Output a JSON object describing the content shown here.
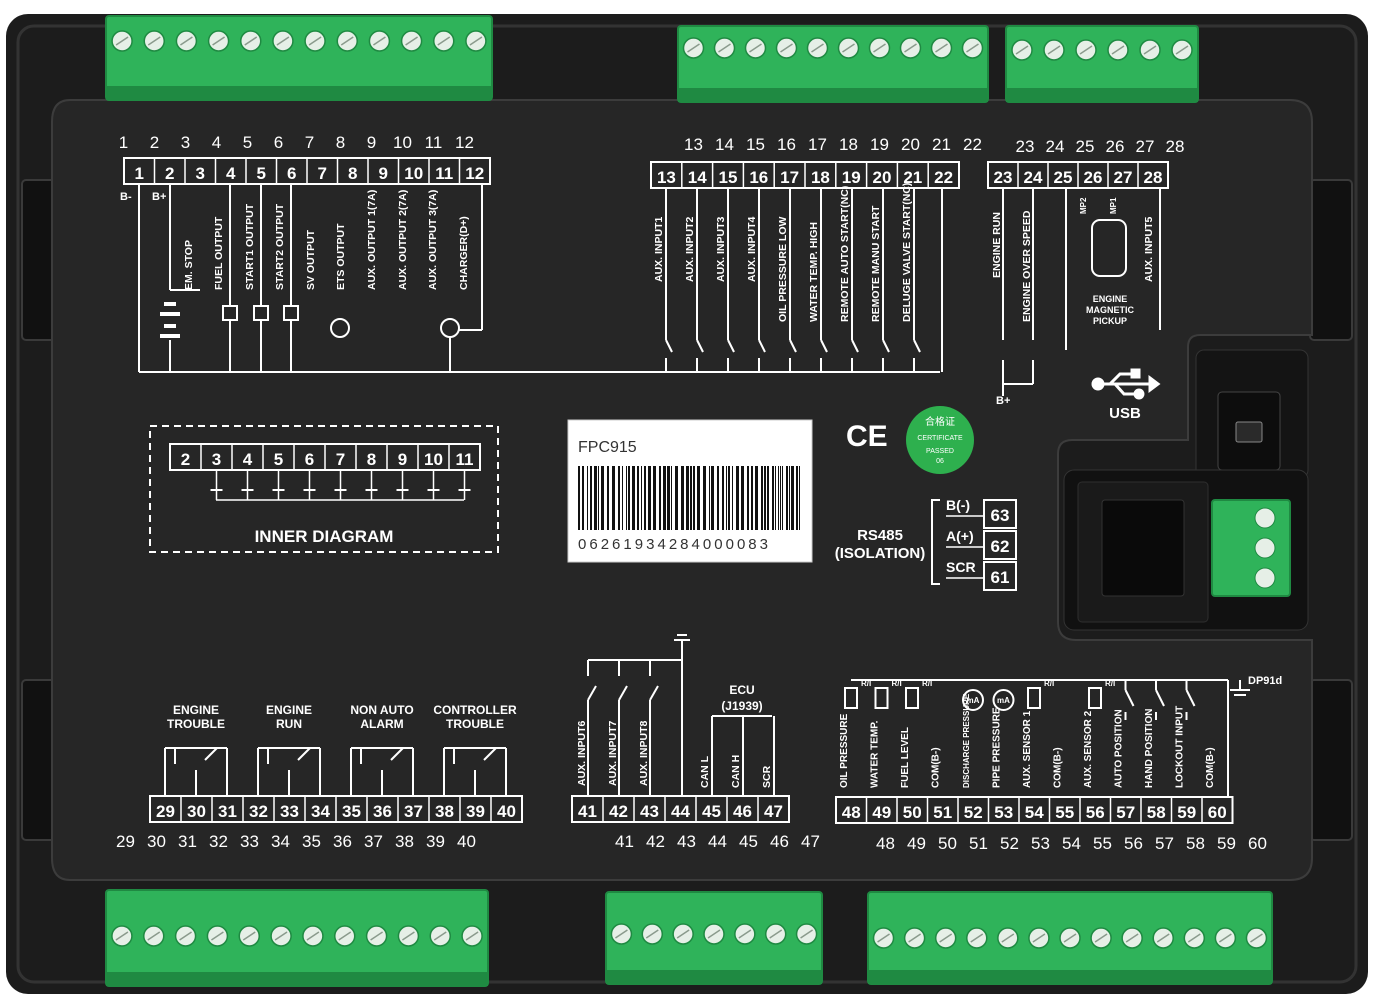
{
  "colors": {
    "housing": "#1c1c1c",
    "panel": "#262626",
    "terminal_green": "#2fb35a",
    "terminal_dark": "#1f8a42",
    "screw": "#e6efe7",
    "label_white": "#ffffff"
  },
  "model_label": "FPC915",
  "barcode_number": "06261934284000083",
  "ce_mark": "CE",
  "certificate": {
    "line1": "合格证",
    "line2": "CERTIFICATE",
    "line3": "PASSED",
    "line4": "06"
  },
  "usb_label": "USB",
  "inner_diagram": {
    "title": "INNER DIAGRAM",
    "pins": [
      "2",
      "3",
      "4",
      "5",
      "6",
      "7",
      "8",
      "9",
      "10",
      "11"
    ]
  },
  "rs485": {
    "title1": "RS485",
    "title2": "(ISOLATION)",
    "rows": [
      {
        "signal": "B(-)",
        "pin": "63"
      },
      {
        "signal": "A(+)",
        "pin": "62"
      },
      {
        "signal": "SCR",
        "pin": "61"
      }
    ]
  },
  "dp_label": "DP91d",
  "top_left": {
    "outer_numbers": [
      "1",
      "2",
      "3",
      "4",
      "5",
      "6",
      "7",
      "8",
      "9",
      "10",
      "11",
      "12"
    ],
    "pins": [
      "1",
      "2",
      "3",
      "4",
      "5",
      "6",
      "7",
      "8",
      "9",
      "10",
      "11",
      "12"
    ],
    "bminus": "B-",
    "bplus": "B+",
    "labels": [
      "EM. STOP",
      "FUEL OUTPUT",
      "START1 OUTPUT",
      "START2 OUTPUT",
      "SV OUTPUT",
      "ETS OUTPUT",
      "AUX. OUTPUT 1(7A)",
      "AUX. OUTPUT 2(7A)",
      "AUX. OUTPUT 3(7A)",
      "CHARGER(D+)"
    ]
  },
  "top_mid": {
    "outer_numbers": [
      "13",
      "14",
      "15",
      "16",
      "17",
      "18",
      "19",
      "20",
      "21",
      "22"
    ],
    "pins": [
      "13",
      "14",
      "15",
      "16",
      "17",
      "18",
      "19",
      "20",
      "21",
      "22"
    ],
    "labels": [
      "AUX. INPUT1",
      "AUX. INPUT2",
      "AUX. INPUT3",
      "AUX. INPUT4",
      "OIL PRESSURE LOW",
      "WATER TEMP. HIGH",
      "REMOTE AUTO START(NC)",
      "REMOTE MANU START",
      "DELUGE VALVE START(NC)"
    ]
  },
  "top_right": {
    "outer_numbers": [
      "23",
      "24",
      "25",
      "26",
      "27",
      "28"
    ],
    "pins": [
      "23",
      "24",
      "25",
      "26",
      "27",
      "28"
    ],
    "labels": [
      "ENGINE RUN",
      "ENGINE OVER SPEED",
      "AUX. INPUT5"
    ],
    "mp": [
      "MP2",
      "MP1"
    ],
    "pickup": [
      "ENGINE",
      "MAGNETIC",
      "PICKUP"
    ],
    "bplus": "B+"
  },
  "bottom_left": {
    "pins": [
      "29",
      "30",
      "31",
      "32",
      "33",
      "34",
      "35",
      "36",
      "37",
      "38",
      "39",
      "40"
    ],
    "outer_numbers": [
      "29",
      "30",
      "31",
      "32",
      "33",
      "34",
      "35",
      "36",
      "37",
      "38",
      "39",
      "40"
    ],
    "groups": [
      {
        "line1": "ENGINE",
        "line2": "TROUBLE"
      },
      {
        "line1": "ENGINE",
        "line2": "RUN"
      },
      {
        "line1": "NON AUTO",
        "line2": "ALARM"
      },
      {
        "line1": "CONTROLLER",
        "line2": "TROUBLE"
      }
    ]
  },
  "bottom_mid": {
    "pins": [
      "41",
      "42",
      "43",
      "44",
      "45",
      "46",
      "47"
    ],
    "outer_numbers": [
      "41",
      "42",
      "43",
      "44",
      "45",
      "46",
      "47"
    ],
    "labels": [
      "AUX. INPUT6",
      "AUX. INPUT7",
      "AUX. INPUT8",
      "CAN L",
      "CAN H",
      "SCR"
    ],
    "ecu": [
      "ECU",
      "(J1939)"
    ]
  },
  "bottom_right": {
    "pins": [
      "48",
      "49",
      "50",
      "51",
      "52",
      "53",
      "54",
      "55",
      "56",
      "57",
      "58",
      "59",
      "60"
    ],
    "outer_numbers": [
      "48",
      "49",
      "50",
      "51",
      "52",
      "53",
      "54",
      "55",
      "56",
      "57",
      "58",
      "59",
      "60"
    ],
    "labels": [
      "OIL PRESSURE",
      "WATER TEMP.",
      "FUEL LEVEL",
      "COM(B-)",
      "DISCHARGE PRESSURE",
      "PIPE PRESSURE",
      "AUX. SENSOR 1",
      "COM(B-)",
      "AUX. SENSOR 2",
      "AUTO POSITION",
      "HAND POSITION",
      "LOCKOUT INPUT",
      "COM(B-)"
    ],
    "ri": "R/I",
    "ma": "mA"
  }
}
